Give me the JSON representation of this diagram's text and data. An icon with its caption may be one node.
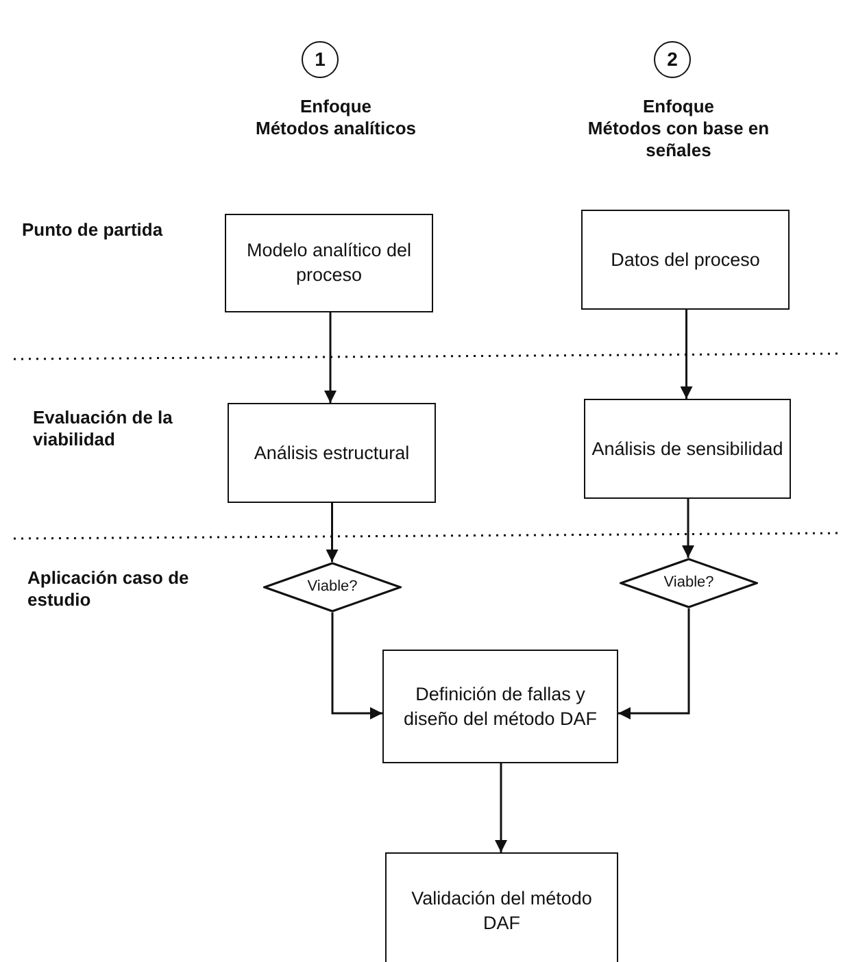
{
  "diagram": {
    "nodes": [
      {
        "text": [
          "1"
        ]
      },
      {
        "text": [
          "2"
        ]
      },
      {
        "text": [
          "Modelo analítico del proceso"
        ]
      },
      {
        "text": [
          "Datos del proceso"
        ]
      },
      {
        "text": [
          "Análisis estructural"
        ]
      },
      {
        "text": [
          "Análisis de sensibilidad"
        ]
      },
      {
        "text": [
          "Viable?"
        ]
      },
      {
        "text": [
          "Viable?"
        ]
      },
      {
        "text": [
          "Definición de fallas y diseño del método DAF"
        ]
      },
      {
        "text": [
          "Validación del método DAF"
        ]
      }
    ],
    "edges": [
      {
        "from": 2,
        "to": 4,
        "arrow": "to"
      },
      {
        "from": 3,
        "to": 5,
        "arrow": "to"
      },
      {
        "from": 4,
        "to": 6,
        "arrow": "to"
      },
      {
        "from": 5,
        "to": 7,
        "arrow": "to"
      },
      {
        "from": 6,
        "to": 8,
        "arrow": "to"
      },
      {
        "from": 7,
        "to": 8,
        "arrow": "to"
      },
      {
        "from": 8,
        "to": 9,
        "arrow": "to"
      }
    ],
    "labels": [
      "Enfoque",
      "Métodos analíticos",
      "Enfoque",
      "Métodos con base en señales",
      "Punto de partida",
      "Evaluación de la viabilidad",
      "Aplicación caso de estudio"
    ]
  }
}
